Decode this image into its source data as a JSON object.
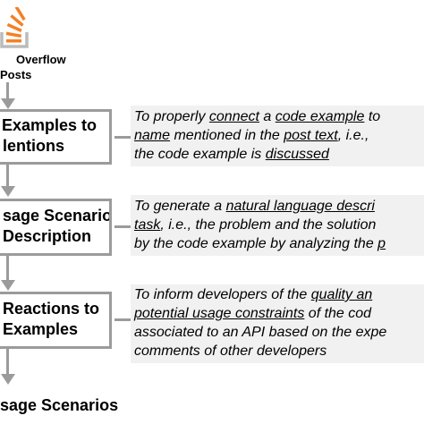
{
  "source": {
    "line1": "Overflow",
    "line2": "Posts"
  },
  "steps": [
    {
      "label_line1": "Examples to",
      "label_line2": "lentions",
      "desc_lines": [
        [
          {
            "t": "To properly ",
            "u": false
          },
          {
            "t": "connect",
            "u": true
          },
          {
            "t": " a ",
            "u": false
          },
          {
            "t": "code example",
            "u": true
          },
          {
            "t": " to",
            "u": false
          }
        ],
        [
          {
            "t": "name",
            "u": true
          },
          {
            "t": " mentioned in the ",
            "u": false
          },
          {
            "t": "post text",
            "u": true
          },
          {
            "t": ", i.e.,",
            "u": false
          }
        ],
        [
          {
            "t": "the code example is ",
            "u": false
          },
          {
            "t": "discussed",
            "u": true
          }
        ]
      ]
    },
    {
      "label_line1": "sage Scenario",
      "label_line2": "Description",
      "desc_lines": [
        [
          {
            "t": "To generate a ",
            "u": false
          },
          {
            "t": "natural language descri",
            "u": true
          }
        ],
        [
          {
            "t": "task",
            "u": true
          },
          {
            "t": ", i.e., the problem and the solution",
            "u": false
          }
        ],
        [
          {
            "t": "by the code example by analyzing the ",
            "u": false
          },
          {
            "t": "p",
            "u": true
          }
        ]
      ]
    },
    {
      "label_line1": "Reactions to",
      "label_line2": "Examples",
      "desc_lines": [
        [
          {
            "t": "To inform developers of the ",
            "u": false
          },
          {
            "t": "quality an",
            "u": true
          }
        ],
        [
          {
            "t": "potential usage constraints",
            "u": true
          },
          {
            "t": " of the cod",
            "u": false
          }
        ],
        [
          {
            "t": "associated to an API based on the expe",
            "u": false
          }
        ],
        [
          {
            "t": "comments of other developers",
            "u": false
          }
        ]
      ]
    }
  ],
  "final_label": "sage Scenarios",
  "colors": {
    "logo_orange": "#f48024",
    "logo_gray": "#bcbbbb",
    "connector": "#9b9b9b",
    "desc_bg": "#f1f1f1"
  }
}
